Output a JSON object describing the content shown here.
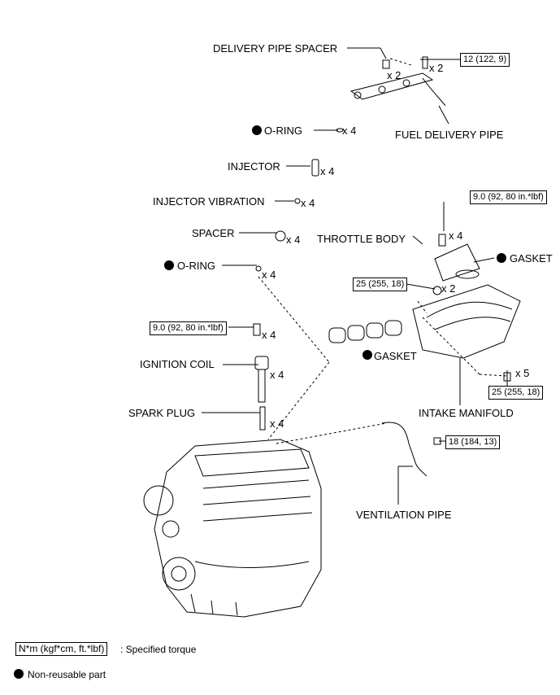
{
  "labels": {
    "delivery_pipe_spacer": "DELIVERY PIPE SPACER",
    "fuel_delivery_pipe": "FUEL DELIVERY PIPE",
    "o_ring_1": "O-RING",
    "injector": "INJECTOR",
    "injector_vibration": "INJECTOR VIBRATION",
    "spacer": "SPACER",
    "o_ring_2": "O-RING",
    "throttle_body": "THROTTLE BODY",
    "gasket_1": "GASKET",
    "gasket_2": "GASKET",
    "ignition_coil": "IGNITION COIL",
    "spark_plug": "SPARK PLUG",
    "intake_manifold": "INTAKE MANIFOLD",
    "ventilation_pipe": "VENTILATION PIPE"
  },
  "quantities": {
    "spacer_qty": "x 2",
    "bolt_top_qty": "x 2",
    "o_ring_1_qty": "x 4",
    "injector_qty": "x 4",
    "vibration_qty": "x 4",
    "spacer2_qty": "x 4",
    "o_ring_2_qty": "x 4",
    "coil_bolt_qty": "x 4",
    "coil_qty": "x 4",
    "plug_qty": "x 4",
    "throttle_bolt_qty": "x 4",
    "manifold_nut_qty": "x 2",
    "manifold_bolt_qty": "x 5"
  },
  "torques": {
    "delivery_pipe": "12 (122, 9)",
    "throttle_body": "9.0 (92, 80 in.*lbf)",
    "manifold_nut": "25 (255, 18)",
    "ignition_coil": "9.0 (92, 80 in.*lbf)",
    "manifold_bolt": "25 (255, 18)",
    "ventilation": "18 (184, 13)"
  },
  "legend": {
    "torque_unit": "N*m (kgf*cm, ft.*lbf)",
    "torque_desc": ": Specified torque",
    "non_reusable": "Non-reusable part"
  },
  "colors": {
    "ink": "#000000",
    "background": "#ffffff"
  }
}
